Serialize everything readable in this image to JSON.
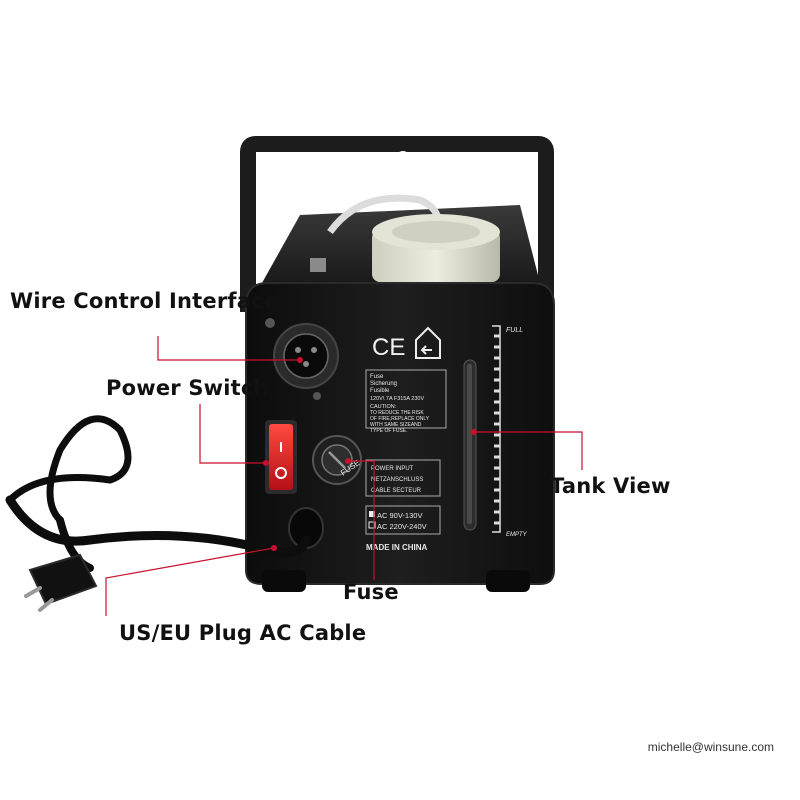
{
  "callouts": {
    "wire_control": "Wire Control Interface",
    "power_switch": "Power Switch",
    "tank_view": "Tank View",
    "fuse": "Fuse",
    "plug_cable": "US/EU Plug AC Cable"
  },
  "panel": {
    "ce_mark": "CE",
    "fuse_title": "Fuse",
    "fuse_de": "Sicherung",
    "fuse_fr": "Fusible",
    "fuse_rating": "120V\\ 7A   F315A  230V",
    "caution_1": "CAUTION:",
    "caution_2": "TO REDUCE THE RISK",
    "caution_3": "OF FIRE,REPLACE ONLY",
    "caution_4": "WITH SAME SIZEAND",
    "caution_5": "TYPE OF FUSE.",
    "power_en": "POWER INPUT",
    "power_de": "NETZANSCHLUSS",
    "power_fr": "CABLE SECTEUR",
    "ac_low": "AC 90V-130V",
    "ac_high": "AC 220V-240V",
    "made_in": "MADE IN CHINA",
    "fuse_label": "FUSE",
    "gauge_full": "FULL",
    "gauge_empty": "EMPTY"
  },
  "contact": {
    "email": "michelle@winsune.com"
  },
  "colors": {
    "callout_line": "#c8102e",
    "body": "#151515",
    "switch": "#d9222a",
    "tank_cap": "#d8d8c8"
  }
}
